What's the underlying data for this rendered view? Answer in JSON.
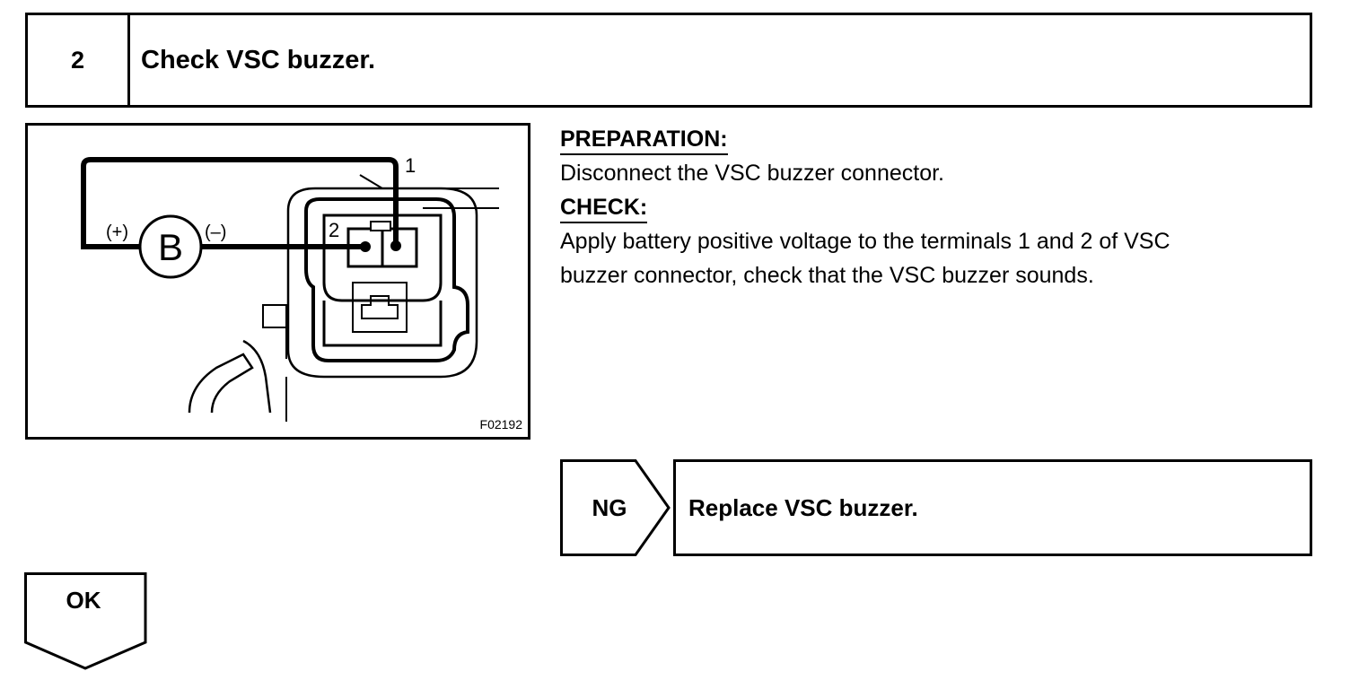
{
  "step": {
    "number": "2",
    "title": "Check VSC buzzer."
  },
  "figure": {
    "id": "F02192",
    "labels": {
      "battery": "B",
      "positive": "(+)",
      "negative": "(–)",
      "terminal_1": "1",
      "terminal_2": "2"
    }
  },
  "preparation": {
    "heading": "PREPARATION:",
    "text": "Disconnect the VSC buzzer connector."
  },
  "check": {
    "heading": "CHECK:",
    "line1": "Apply battery positive voltage to the terminals 1 and 2 of VSC",
    "line2": "buzzer connector, check that the VSC buzzer sounds."
  },
  "ng": {
    "label": "NG",
    "action": "Replace VSC buzzer."
  },
  "ok": {
    "label": "OK"
  }
}
